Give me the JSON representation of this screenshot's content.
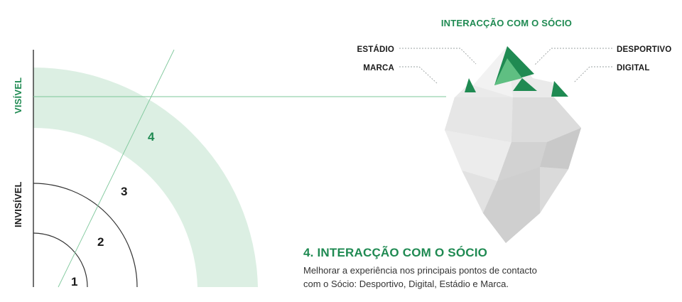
{
  "colors": {
    "green": "#1f8a52",
    "green_light": "#5fbf82",
    "band": "#dcefe3",
    "ice_light": "#ececec",
    "ice_mid": "#dedede",
    "ice_dark": "#cfcfcf",
    "text": "#1a1a1a",
    "leader": "#9aa0a0"
  },
  "axis": {
    "visible_label": "VISÍVEL",
    "invisible_label": "INVISÍVEL"
  },
  "levels": [
    {
      "number": "1",
      "highlighted": false
    },
    {
      "number": "2",
      "highlighted": false
    },
    {
      "number": "3",
      "highlighted": false
    },
    {
      "number": "4",
      "highlighted": true
    }
  ],
  "iceberg": {
    "title": "INTERACÇÃO COM O SÓCIO",
    "touchpoints": {
      "stadium": "ESTÁDIO",
      "brand": "MARCA",
      "sport": "DESPORTIVO",
      "digital": "DIGITAL"
    }
  },
  "description": {
    "heading": "4. INTERACÇÃO COM O SÓCIO",
    "line1": "Melhorar a experiência nos principais pontos de contacto",
    "line2": "com o Sócio: Desportivo, Digital, Estádio e Marca."
  },
  "icons": [
    "iceberg-icon"
  ]
}
